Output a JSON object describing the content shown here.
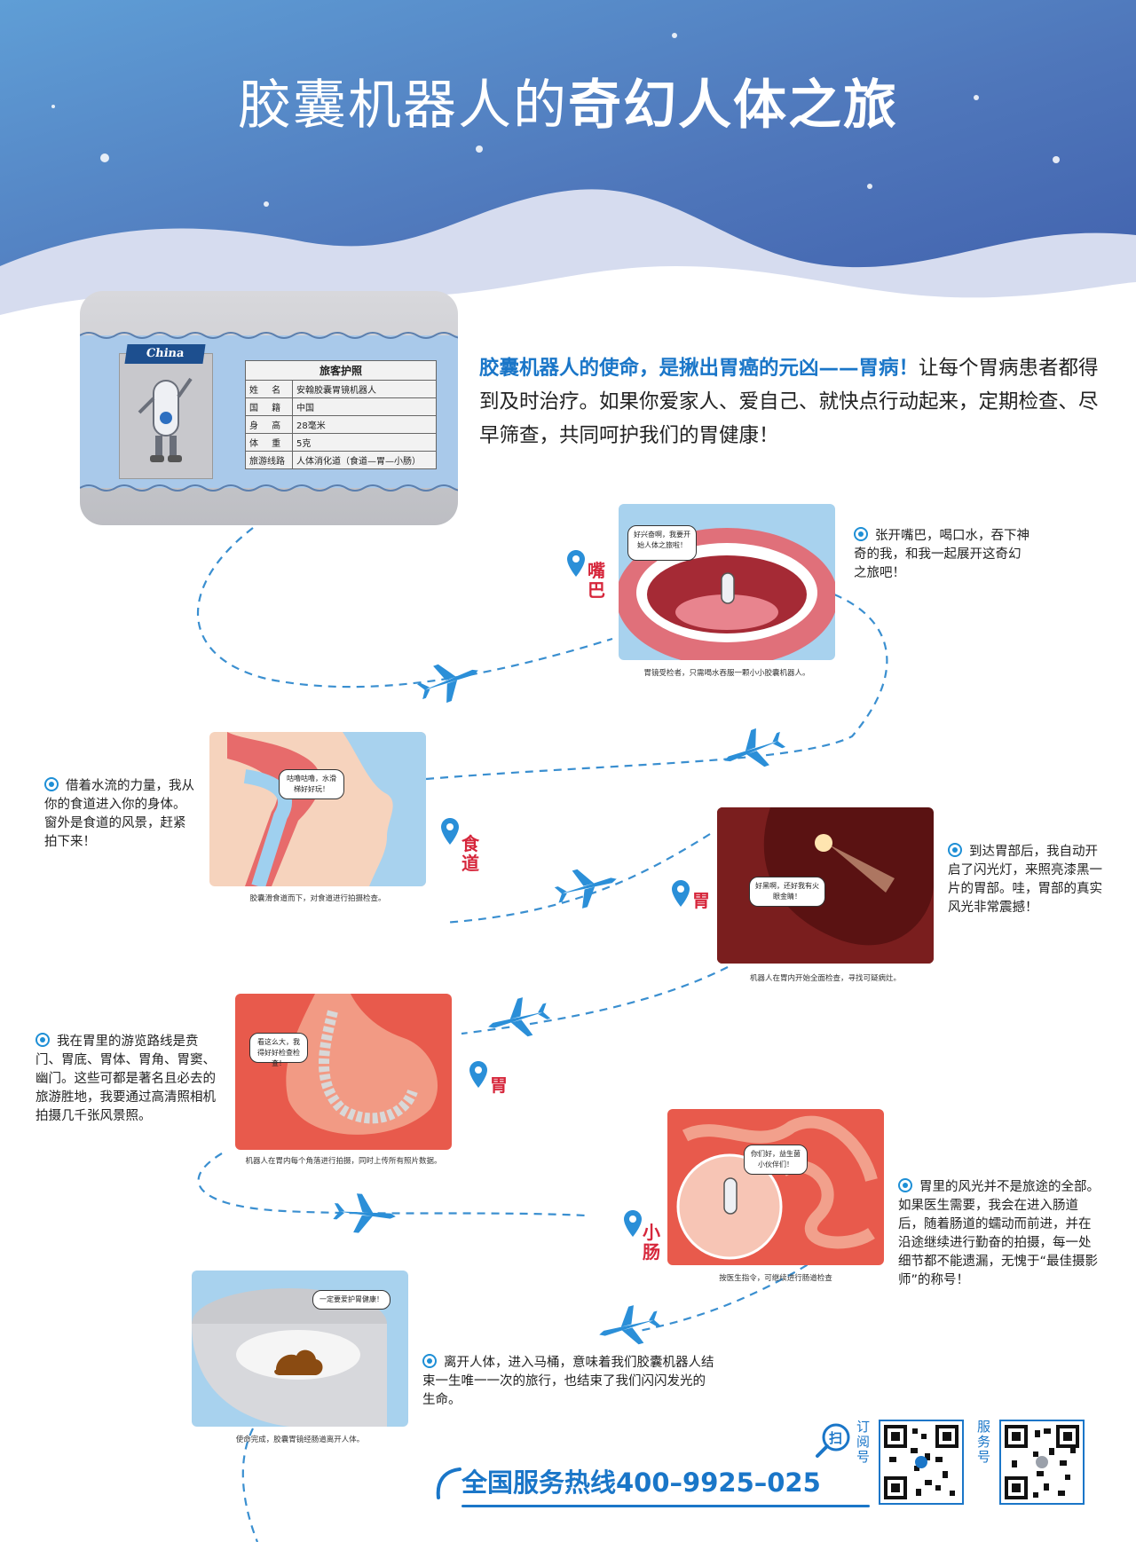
{
  "header": {
    "title_part1": "胶囊机器人的",
    "title_part2": "奇幻人体之旅"
  },
  "passport": {
    "badge": "China",
    "table_title": "旅客护照",
    "rows": [
      {
        "key": "姓 名",
        "value": "安翰胶囊胃镜机器人"
      },
      {
        "key": "国 籍",
        "value": "中国"
      },
      {
        "key": "身 高",
        "value": "28毫米"
      },
      {
        "key": "体 重",
        "value": "5克"
      },
      {
        "key": "旅游线路",
        "value": "人体消化道（食道—胃—小肠）"
      }
    ]
  },
  "mission": {
    "highlight": "胶囊机器人的使命，是揪出胃癌的元凶——胃病！",
    "text": "让每个胃病患者都得到及时治疗。如果你爱家人、爱自己、就快点行动起来，定期检查、尽早筛查，共同呵护我们的胃健康！"
  },
  "stops": [
    {
      "location": "嘴巴",
      "bubble": "好兴奋啊，我要开始人体之旅啦！",
      "caption": "胃镜受检者，只需喝水吞服一颗小小胶囊机器人。",
      "desc": "张开嘴巴，喝口水，吞下神奇的我，和我一起展开这奇幻之旅吧！"
    },
    {
      "location": "食道",
      "bubble": "咕噜咕噜，水滑梯好好玩！",
      "caption": "胶囊滑食道而下，对食道进行拍摄检查。",
      "desc": "借着水流的力量，我从你的食道进入你的身体。窗外是食道的风景，赶紧拍下来！"
    },
    {
      "location": "胃",
      "bubble": "好黑啊，还好我有火眼金睛！",
      "caption": "机器人在胃内开始全面检查，寻找可疑病灶。",
      "desc": "到达胃部后，我自动开启了闪光灯，来照亮漆黑一片的胃部。哇，胃部的真实风光非常震撼！"
    },
    {
      "location": "胃",
      "bubble": "看这么大，我得好好检查检查！",
      "caption": "机器人在胃内每个角落进行拍摄，同时上传所有照片数据。",
      "desc": "我在胃里的游览路线是贲门、胃底、胃体、胃角、胃窦、幽门。这些可都是著名且必去的旅游胜地，我要通过高清照相机拍摄几千张风景照。"
    },
    {
      "location": "小肠",
      "bubble": "你们好，益生菌小伙伴们！",
      "caption": "按医生指令，可继续进行肠道检查",
      "desc": "胃里的风光并不是旅途的全部。如果医生需要，我会在进入肠道后，随着肠道的蠕动而前进，并在沿途继续进行勤奋的拍摄，每一处细节都不能遗漏，无愧于“最佳摄影师”的称号！"
    },
    {
      "location": "",
      "bubble": "一定要爱护胃健康！",
      "caption": "使命完成，胶囊胃镜经肠道离开人体。",
      "desc": "离开人体，进入马桶，意味着我们胶囊机器人结束一生唯一一次的旅行，也结束了我们闪闪发光的生命。"
    }
  ],
  "footer": {
    "hotline": "全国服务热线400–9925–025",
    "scan": "扫",
    "label_subscribe": "订阅号",
    "label_service": "服务号"
  },
  "colors": {
    "accent": "#1a76c8",
    "location_red": "#d6263b",
    "header_blue": "#4a7bbd"
  }
}
